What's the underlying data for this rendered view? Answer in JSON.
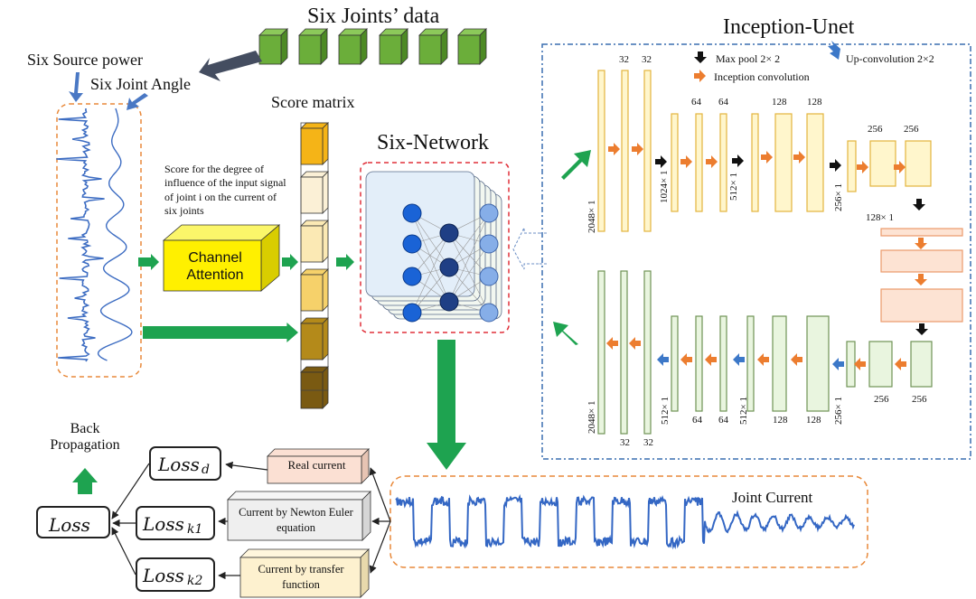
{
  "title": "Six Joints’ data",
  "inputs": {
    "source_power": "Six Source power",
    "joint_angle": "Six Joint Angle"
  },
  "score_matrix": {
    "label": "Score matrix",
    "colors": [
      "#f5b417",
      "#fbf0d6",
      "#fbe9b4",
      "#f6d16a",
      "#b48a1a",
      "#7a5a12"
    ]
  },
  "attention": {
    "description": "Score for the degree of influence of the input signal of joint i on the current of six joints",
    "label": "Channel Attention",
    "color": "#fff000"
  },
  "network": {
    "label": "Six-Network"
  },
  "inception_unet": {
    "title": "Inception-Unet",
    "legend": {
      "maxpool": "Max pool 2× 2",
      "upconv": "Up-convolution 2×2",
      "inception": "Inception convolution"
    },
    "encoder_channels": [
      "32",
      "32",
      "64",
      "64",
      "128",
      "128",
      "256",
      "256"
    ],
    "encoder_sizes": [
      "2048× 1",
      "1024× 1",
      "512× 1",
      "256× 1",
      "128× 1"
    ],
    "decoder_channels": [
      "32",
      "32",
      "64",
      "64",
      "128",
      "128",
      "256",
      "256"
    ],
    "decoder_sizes": [
      "2048× 1",
      "512× 1",
      "512× 1",
      "256× 1"
    ],
    "colors": {
      "encoder": "#fff6cc",
      "encoder_border": "#e3b53e",
      "bottleneck": "#fde3d3",
      "bottleneck_border": "#eb9a6a",
      "decoder": "#e9f5df",
      "decoder_border": "#6f9355"
    }
  },
  "output": {
    "label": "Joint Current"
  },
  "loss": {
    "main": "Loss",
    "terms": [
      {
        "name": "Loss",
        "sub": "d",
        "source": "Real current",
        "color": "#fbe0d3"
      },
      {
        "name": "Loss",
        "sub": "k1",
        "source": "Current by Newton Euler equation",
        "color": "#efefef"
      },
      {
        "name": "Loss",
        "sub": "k2",
        "source": "Current by transfer function",
        "color": "#fdf1cf"
      }
    ],
    "backprop": "Back Propagation"
  }
}
